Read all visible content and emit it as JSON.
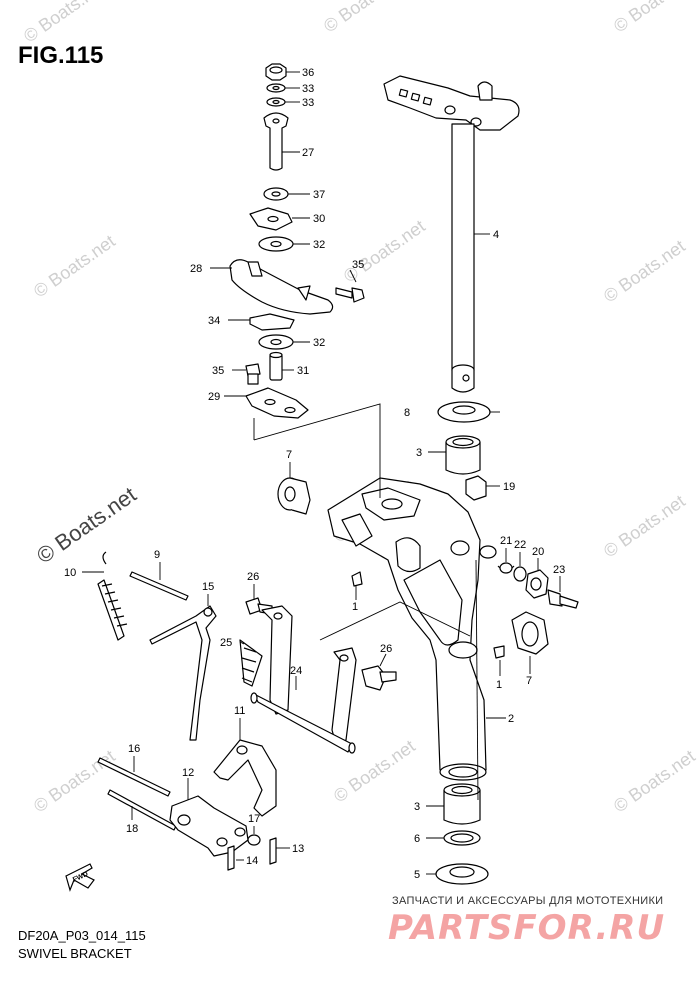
{
  "title": "FIG.115",
  "caption_code": "DF20A_P03_014_115",
  "caption_name": "SWIVEL BRACKET",
  "watermark": "© Boats.net",
  "promo_text": "ЗАПЧАСТИ И АКСЕССУАРЫ ДЛЯ МОТОТЕХНИКИ",
  "brand_text": "PARTSFOR.RU",
  "fwd_label": "FWD",
  "callouts": [
    {
      "id": "36",
      "label": "36"
    },
    {
      "id": "33a",
      "label": "33"
    },
    {
      "id": "33b",
      "label": "33"
    },
    {
      "id": "27",
      "label": "27"
    },
    {
      "id": "37",
      "label": "37"
    },
    {
      "id": "30",
      "label": "30"
    },
    {
      "id": "32a",
      "label": "32"
    },
    {
      "id": "28",
      "label": "28"
    },
    {
      "id": "35a",
      "label": "35"
    },
    {
      "id": "34",
      "label": "34"
    },
    {
      "id": "32b",
      "label": "32"
    },
    {
      "id": "35b",
      "label": "35"
    },
    {
      "id": "31",
      "label": "31"
    },
    {
      "id": "29",
      "label": "29"
    },
    {
      "id": "4",
      "label": "4"
    },
    {
      "id": "8",
      "label": "8"
    },
    {
      "id": "3a",
      "label": "3"
    },
    {
      "id": "19",
      "label": "19"
    },
    {
      "id": "7a",
      "label": "7"
    },
    {
      "id": "9",
      "label": "9"
    },
    {
      "id": "10",
      "label": "10"
    },
    {
      "id": "15",
      "label": "15"
    },
    {
      "id": "26a",
      "label": "26"
    },
    {
      "id": "1a",
      "label": "1"
    },
    {
      "id": "21",
      "label": "21"
    },
    {
      "id": "22",
      "label": "22"
    },
    {
      "id": "20",
      "label": "20"
    },
    {
      "id": "23",
      "label": "23"
    },
    {
      "id": "25",
      "label": "25"
    },
    {
      "id": "26b",
      "label": "26"
    },
    {
      "id": "24",
      "label": "24"
    },
    {
      "id": "1b",
      "label": "1"
    },
    {
      "id": "7b",
      "label": "7"
    },
    {
      "id": "11",
      "label": "11"
    },
    {
      "id": "2",
      "label": "2"
    },
    {
      "id": "16",
      "label": "16"
    },
    {
      "id": "12",
      "label": "12"
    },
    {
      "id": "18",
      "label": "18"
    },
    {
      "id": "17",
      "label": "17"
    },
    {
      "id": "3b",
      "label": "3"
    },
    {
      "id": "6",
      "label": "6"
    },
    {
      "id": "13",
      "label": "13"
    },
    {
      "id": "14",
      "label": "14"
    },
    {
      "id": "5",
      "label": "5"
    }
  ]
}
